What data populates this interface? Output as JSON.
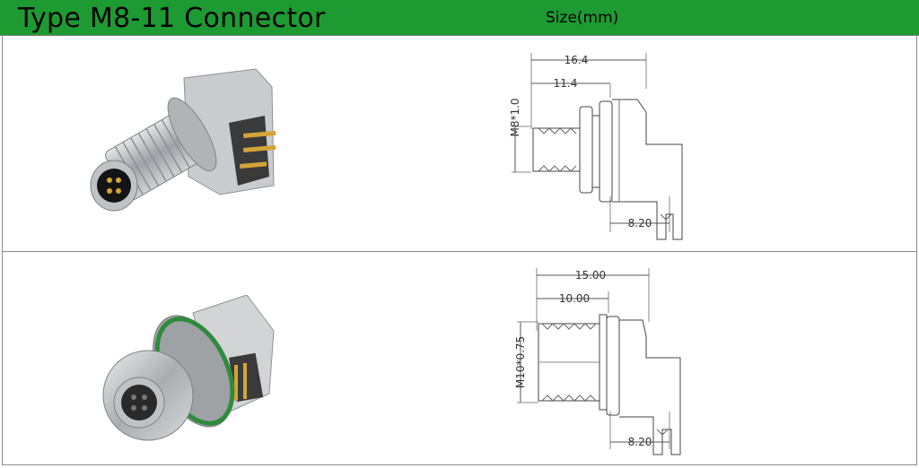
{
  "header": {
    "title": "Type M8-11 Connector",
    "size_label": "Size(mm)"
  },
  "rows": [
    {
      "product": "male-m8-connector",
      "dimensions": {
        "overall_length": "16.4",
        "thread_length": "11.4",
        "thread_spec": "M8*1.0",
        "body_length": "8.20"
      }
    },
    {
      "product": "female-m10-connector",
      "dimensions": {
        "overall_length": "15.00",
        "thread_length": "10.00",
        "thread_spec": "M10*0.75",
        "body_length": "8.20"
      }
    }
  ],
  "colors": {
    "header_green": "#1e9a32",
    "metal": "#b8bcc0",
    "pin_gold": "#d4a437",
    "gasket_green": "#2e8b3c"
  }
}
